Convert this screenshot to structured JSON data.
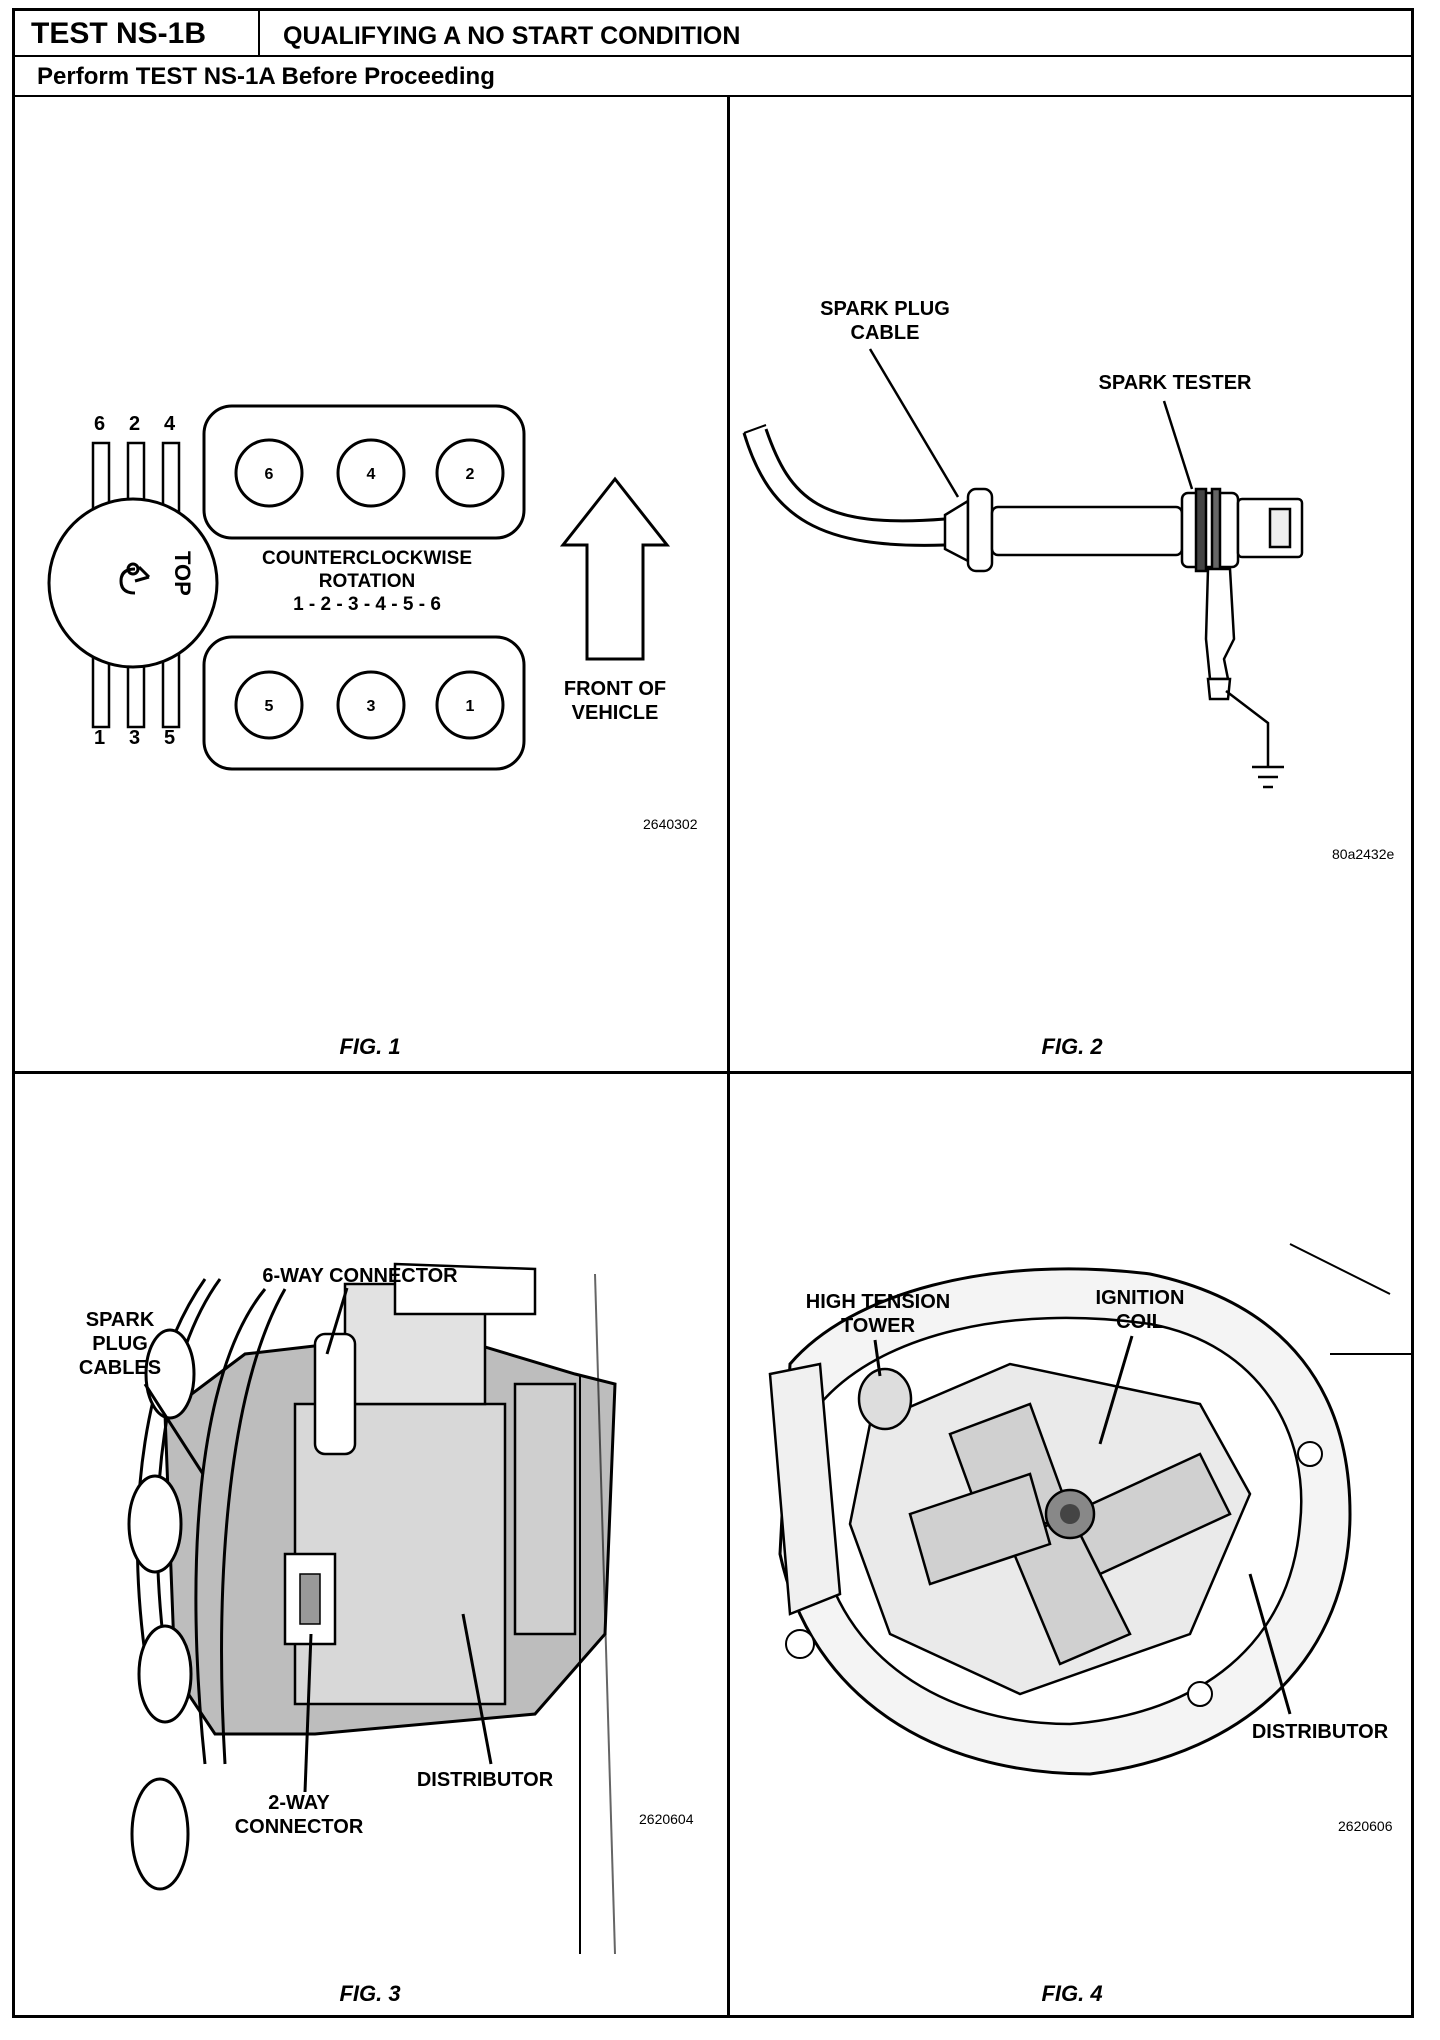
{
  "header": {
    "test_id": "TEST NS-1B",
    "title": "QUALIFYING A NO START CONDITION",
    "subtitle": "Perform TEST NS-1A Before Proceeding"
  },
  "fig1": {
    "caption": "FIG. 1",
    "code": "2640302",
    "cap_top_label": "TOP",
    "rotation_line1": "COUNTERCLOCKWISE",
    "rotation_line2": "ROTATION",
    "firing_order": "1 - 2 - 3 - 4 - 5 - 6",
    "front_line1": "FRONT OF",
    "front_line2": "VEHICLE",
    "top_terminals": [
      "6",
      "2",
      "4"
    ],
    "bottom_terminals": [
      "1",
      "3",
      "5"
    ],
    "upper_bank": [
      "6",
      "4",
      "2"
    ],
    "lower_bank": [
      "5",
      "3",
      "1"
    ]
  },
  "fig2": {
    "caption": "FIG. 2",
    "code": "80a2432e",
    "cable_line1": "SPARK PLUG",
    "cable_line2": "CABLE",
    "tester": "SPARK TESTER"
  },
  "fig3": {
    "caption": "FIG. 3",
    "code": "2620604",
    "six_way": "6-WAY CONNECTOR",
    "cables_line1": "SPARK",
    "cables_line2": "PLUG",
    "cables_line3": "CABLES",
    "two_way_line1": "2-WAY",
    "two_way_line2": "CONNECTOR",
    "distributor": "DISTRIBUTOR"
  },
  "fig4": {
    "caption": "FIG. 4",
    "code": "2620606",
    "tower_line1": "HIGH TENSION",
    "tower_line2": "TOWER",
    "coil_line1": "IGNITION",
    "coil_line2": "COIL",
    "distributor": "DISTRIBUTOR"
  }
}
